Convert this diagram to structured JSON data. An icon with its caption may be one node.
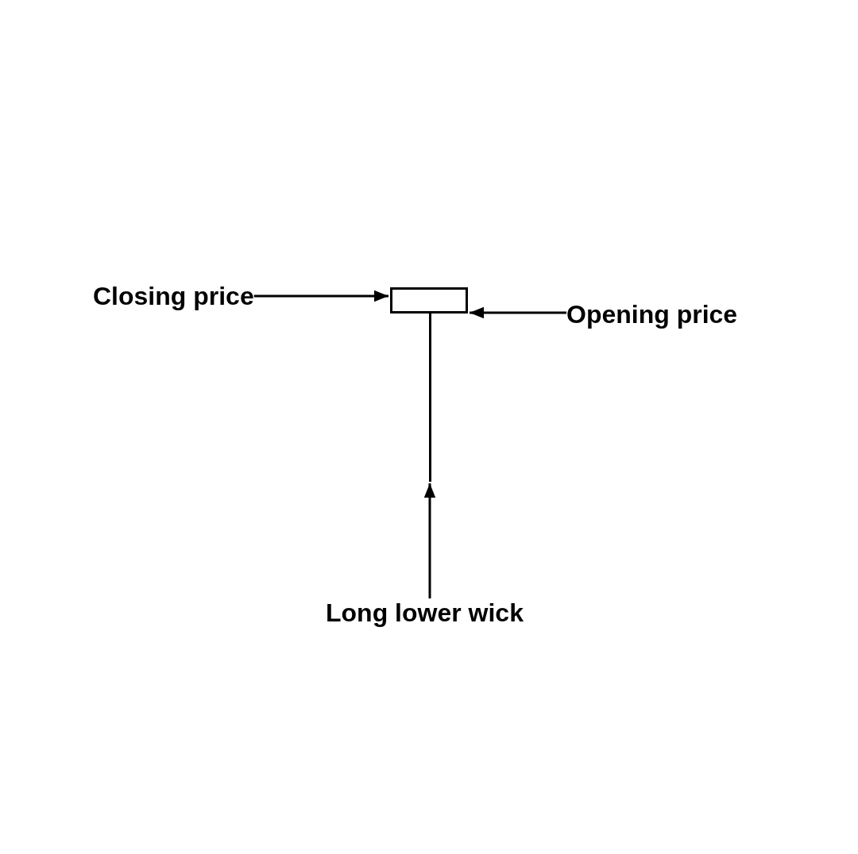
{
  "diagram": {
    "nodes": [
      {
        "text": [
          "Closing price"
        ]
      },
      {
        "text": [
          "Opening price"
        ]
      },
      {
        "text": [
          "Long lower wick"
        ]
      },
      {
        "text": [],
        "shape": "box"
      },
      {
        "text": [],
        "shape": "bar"
      }
    ],
    "edges": [
      {
        "from": 0,
        "to": 3,
        "arrow": "to"
      },
      {
        "from": 1,
        "to": 3,
        "arrow": "to"
      },
      {
        "from": 2,
        "to": 4,
        "arrow": "to"
      }
    ]
  }
}
